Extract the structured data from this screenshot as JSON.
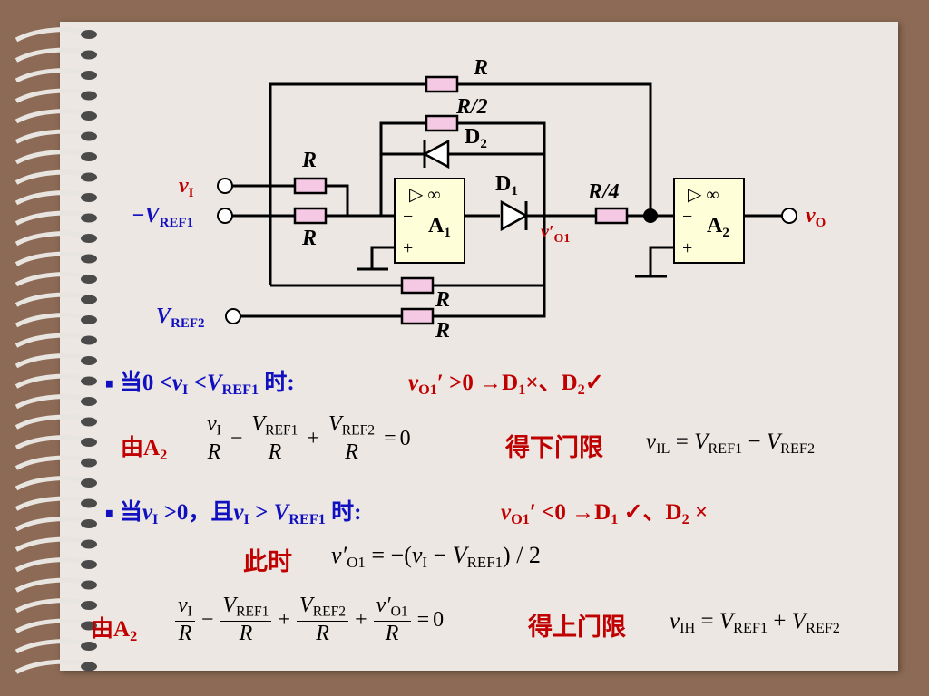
{
  "circuit": {
    "labels": {
      "r_top": "R",
      "r_half": "R/2",
      "d2": "D",
      "d2_sub": "2",
      "d1": "D",
      "d1_sub": "1",
      "r_in1": "R",
      "r_in2": "R",
      "r_quarter": "R/4",
      "r_fb1": "R",
      "r_fb2": "R",
      "vi": "v",
      "vi_sub": "I",
      "vref1_prefix": "−V",
      "vref1_sub": "REF1",
      "vref2": "V",
      "vref2_sub": "REF2",
      "vo": "v",
      "vo_sub": "O",
      "vo1": "v′",
      "vo1_sub": "O1",
      "a1": "A",
      "a1_sub": "1",
      "a2": "A",
      "a2_sub": "2",
      "opamp_symbol": "▷ ∞",
      "minus": "−",
      "plus": "+"
    },
    "colors": {
      "resistor_fill": "#f5c9e3",
      "wire": "#000000",
      "opamp_fill": "#fefed8",
      "input_label": "#c00000",
      "vref_label": "#1010c0"
    }
  },
  "case1": {
    "bullet": "■",
    "cond_a": "当0 <",
    "cond_v": "v",
    "cond_v_sub": "I",
    "cond_b": " <",
    "cond_vref": "V",
    "cond_vref_sub": "REF1",
    "cond_c": " 时:",
    "res_v": "v",
    "res_v_sub": "O1",
    "res_a": "′ >0 →D",
    "res_d1_sub": "1",
    "res_b": "×、D",
    "res_d2_sub": "2",
    "res_c": "✓",
    "by": "由A",
    "by_sub": "2",
    "eq_n1": "v",
    "eq_n1_sub": "I",
    "eq_d": "R",
    "eq_n2": "V",
    "eq_n2_sub": "REF1",
    "eq_n3": "V",
    "eq_n3_sub": "REF2",
    "eq_zero": "0",
    "limit_label": "得下门限",
    "limit_lhs": "v",
    "limit_lhs_sub": "IL",
    "limit_v1": "V",
    "limit_v1_sub": "REF1",
    "limit_v2": "V",
    "limit_v2_sub": "REF2"
  },
  "case2": {
    "bullet": "■",
    "cond_a": "当",
    "cond_v": "v",
    "cond_v_sub": "I",
    "cond_b": " >0，且",
    "cond_v2": "v",
    "cond_v2_sub": "I",
    "cond_c": " > ",
    "cond_vref": "V",
    "cond_vref_sub": "REF1",
    "cond_d": " 时:",
    "res_v": "v",
    "res_v_sub": "O1",
    "res_a": "′ <0 →D",
    "res_d1_sub": "1",
    "res_b": " ✓、D",
    "res_d2_sub": "2",
    "res_c": " ×",
    "now": "此时",
    "vo1_lhs": "v′",
    "vo1_lhs_sub": "O1",
    "vo1_rhs_a": "= −(",
    "vo1_rhs_v": "v",
    "vo1_rhs_v_sub": "I",
    "vo1_rhs_b": " − ",
    "vo1_rhs_vref": "V",
    "vo1_rhs_vref_sub": "REF1",
    "vo1_rhs_c": ") / 2",
    "by": "由A",
    "by_sub": "2",
    "eq_n1": "v",
    "eq_n1_sub": "I",
    "eq_d": "R",
    "eq_n2": "V",
    "eq_n2_sub": "REF1",
    "eq_n3": "V",
    "eq_n3_sub": "REF2",
    "eq_n4": "v′",
    "eq_n4_sub": "O1",
    "eq_zero": "0",
    "limit_label": "得上门限",
    "limit_lhs": "v",
    "limit_lhs_sub": "IH",
    "limit_v1": "V",
    "limit_v1_sub": "REF1",
    "limit_v2": "V",
    "limit_v2_sub": "REF2"
  }
}
